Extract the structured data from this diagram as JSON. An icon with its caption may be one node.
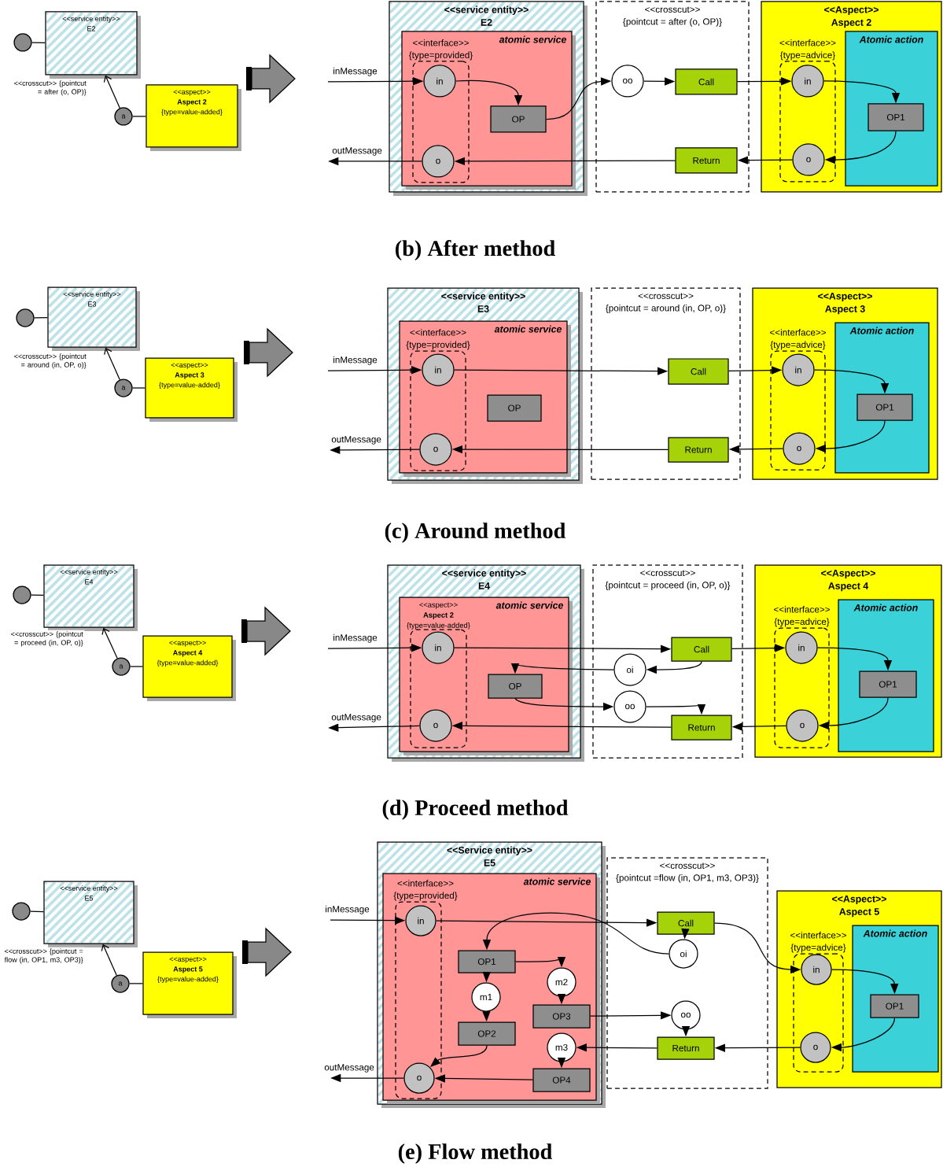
{
  "diagram": {
    "nodes": [
      {
        "text": [],
        "shape": "circle"
      },
      {
        "text": [
          "<<service entity>>",
          "E2"
        ]
      },
      {
        "text": [
          "a"
        ]
      },
      {
        "text": [
          "<<aspect>>",
          "Aspect 2",
          "{type=value-added}"
        ]
      },
      {
        "text": [
          "<<service entity>>",
          "E2"
        ]
      },
      {
        "text": [
          "atomic service"
        ],
        "in": 4
      },
      {
        "text": [
          "<<interface>>",
          "{type=provided}"
        ],
        "in": 5
      },
      {
        "text": [
          "in"
        ],
        "in": 6
      },
      {
        "text": [
          "o"
        ],
        "in": 6
      },
      {
        "text": [
          "OP"
        ],
        "in": 5
      },
      {
        "text": [
          "<<crosscut>>",
          "{pointcut = after (o, OP)}"
        ]
      },
      {
        "text": [
          "oo"
        ],
        "in": 10
      },
      {
        "text": [
          "Call"
        ],
        "in": 10
      },
      {
        "text": [
          "Return"
        ],
        "in": 10
      },
      {
        "text": [
          "<<Aspect>>",
          "Aspect 2"
        ]
      },
      {
        "text": [
          "<<interface>>",
          "{type=advice}"
        ],
        "in": 14
      },
      {
        "text": [
          "in"
        ],
        "in": 15
      },
      {
        "text": [
          "o"
        ],
        "in": 15
      },
      {
        "text": [
          "Atomic action"
        ],
        "in": 14
      },
      {
        "text": [
          "OP1"
        ],
        "in": 18
      },
      {
        "text": [],
        "shape": "circle"
      },
      {
        "text": [
          "<<service entity>>",
          "E3"
        ]
      },
      {
        "text": [
          "a"
        ]
      },
      {
        "text": [
          "<<aspect>>",
          "Aspect 3",
          "{type=value-added}"
        ]
      },
      {
        "text": [
          "<<service entity>>",
          "E3"
        ]
      },
      {
        "text": [
          "atomic service"
        ],
        "in": 24
      },
      {
        "text": [
          "<<interface>>",
          "{type=provided}"
        ],
        "in": 25
      },
      {
        "text": [
          "in"
        ],
        "in": 26
      },
      {
        "text": [
          "o"
        ],
        "in": 26
      },
      {
        "text": [
          "OP"
        ],
        "in": 25
      },
      {
        "text": [
          "<<crosscut>>",
          "{pointcut = around (in, OP, o)}"
        ]
      },
      {
        "text": [
          "Call"
        ],
        "in": 30
      },
      {
        "text": [
          "Return"
        ],
        "in": 30
      },
      {
        "text": [
          "<<Aspect>>",
          "Aspect 3"
        ]
      },
      {
        "text": [
          "<<interface>>",
          "{type=advice}"
        ],
        "in": 33
      },
      {
        "text": [
          "in"
        ],
        "in": 34
      },
      {
        "text": [
          "o"
        ],
        "in": 34
      },
      {
        "text": [
          "Atomic action"
        ],
        "in": 33
      },
      {
        "text": [
          "OP1"
        ],
        "in": 37
      },
      {
        "text": [],
        "shape": "circle"
      },
      {
        "text": [
          "<<service entity>>",
          "E4"
        ]
      },
      {
        "text": [
          "a"
        ]
      },
      {
        "text": [
          "<<aspect>>",
          "Aspect 4",
          "{type=value-added}"
        ]
      },
      {
        "text": [
          "<<service entity>>",
          "E4"
        ]
      },
      {
        "text": [
          "atomic service"
        ],
        "in": 43
      },
      {
        "text": [
          "<<aspect>>",
          "Aspect 2",
          "{type=value-added}"
        ],
        "in": 44
      },
      {
        "text": [
          "in"
        ],
        "in": 45
      },
      {
        "text": [
          "o"
        ],
        "in": 45
      },
      {
        "text": [
          "OP"
        ],
        "in": 44
      },
      {
        "text": [
          "<<crosscut>>",
          "{pointcut = proceed (in, OP, o)}"
        ]
      },
      {
        "text": [
          "oi"
        ],
        "in": 49
      },
      {
        "text": [
          "oo"
        ],
        "in": 49
      },
      {
        "text": [
          "Call"
        ],
        "in": 49
      },
      {
        "text": [
          "Return"
        ],
        "in": 49
      },
      {
        "text": [
          "<<Aspect>>",
          "Aspect 4"
        ]
      },
      {
        "text": [
          "<<interface>>",
          "{type=advice}"
        ],
        "in": 54
      },
      {
        "text": [
          "in"
        ],
        "in": 55
      },
      {
        "text": [
          "o"
        ],
        "in": 55
      },
      {
        "text": [
          "Atomic action"
        ],
        "in": 54
      },
      {
        "text": [
          "OP1"
        ],
        "in": 58
      },
      {
        "text": [],
        "shape": "circle"
      },
      {
        "text": [
          "<<service entity>>",
          "E5"
        ]
      },
      {
        "text": [
          "a"
        ]
      },
      {
        "text": [
          "<<aspect>>",
          "Aspect 5",
          "{type=value-added}"
        ]
      },
      {
        "text": [
          "<<Service entity>>",
          "E5"
        ]
      },
      {
        "text": [
          "atomic service"
        ],
        "in": 64
      },
      {
        "text": [
          "<<interface>>",
          "{type=provided}"
        ],
        "in": 65
      },
      {
        "text": [
          "in"
        ],
        "in": 66
      },
      {
        "text": [
          "o"
        ],
        "in": 66
      },
      {
        "text": [
          "OP1"
        ],
        "in": 65
      },
      {
        "text": [
          "m1"
        ],
        "in": 65
      },
      {
        "text": [
          "OP2"
        ],
        "in": 65
      },
      {
        "text": [
          "m2"
        ],
        "in": 65
      },
      {
        "text": [
          "OP3"
        ],
        "in": 65
      },
      {
        "text": [
          "m3"
        ],
        "in": 65
      },
      {
        "text": [
          "OP4"
        ],
        "in": 65
      },
      {
        "text": [
          "<<crosscut>>",
          "{pointcut =flow (in, OP1, m3, OP3)}"
        ]
      },
      {
        "text": [
          "Call"
        ],
        "in": 76
      },
      {
        "text": [
          "oi"
        ],
        "in": 76
      },
      {
        "text": [
          "oo"
        ],
        "in": 76
      },
      {
        "text": [
          "Return"
        ],
        "in": 76
      },
      {
        "text": [
          "<<Aspect>>",
          "Aspect 5"
        ]
      },
      {
        "text": [
          "<<interface>>",
          "{type=advice}"
        ],
        "in": 81
      },
      {
        "text": [
          "in"
        ],
        "in": 82
      },
      {
        "text": [
          "o"
        ],
        "in": 82
      },
      {
        "text": [
          "Atomic action"
        ],
        "in": 81
      },
      {
        "text": [
          "OP1"
        ],
        "in": 85
      }
    ],
    "edges": [
      {
        "from": 0,
        "to": 1,
        "arrow": "none"
      },
      {
        "from": 2,
        "to": 1,
        "arrow": "to",
        "label": "<<crosscut>> {pointcut = after (o, OP)}"
      },
      {
        "from": 2,
        "to": 3,
        "arrow": "none"
      },
      {
        "from": null,
        "to": 7,
        "arrow": "to",
        "label": "inMessage"
      },
      {
        "from": 7,
        "to": 9,
        "arrow": "to"
      },
      {
        "from": 9,
        "to": 11,
        "arrow": "to"
      },
      {
        "from": 11,
        "to": 12,
        "arrow": "to"
      },
      {
        "from": 12,
        "to": 16,
        "arrow": "to"
      },
      {
        "from": 16,
        "to": 19,
        "arrow": "to"
      },
      {
        "from": 19,
        "to": 17,
        "arrow": "to"
      },
      {
        "from": 17,
        "to": 13,
        "arrow": "to"
      },
      {
        "from": 13,
        "to": 8,
        "arrow": "to"
      },
      {
        "from": 8,
        "to": null,
        "arrow": "to",
        "label": "outMessage"
      },
      {
        "from": 20,
        "to": 21,
        "arrow": "none"
      },
      {
        "from": 22,
        "to": 21,
        "arrow": "to",
        "label": "<<crosscut>> {pointcut = around (in, OP, o)}"
      },
      {
        "from": 22,
        "to": 23,
        "arrow": "none"
      },
      {
        "from": null,
        "to": 27,
        "arrow": "to",
        "label": "inMessage"
      },
      {
        "from": 27,
        "to": 31,
        "arrow": "to"
      },
      {
        "from": 31,
        "to": 35,
        "arrow": "to"
      },
      {
        "from": 35,
        "to": 38,
        "arrow": "to"
      },
      {
        "from": 38,
        "to": 36,
        "arrow": "to"
      },
      {
        "from": 36,
        "to": 32,
        "arrow": "to"
      },
      {
        "from": 32,
        "to": 28,
        "arrow": "to"
      },
      {
        "from": 28,
        "to": null,
        "arrow": "to",
        "label": "outMessage"
      },
      {
        "from": 39,
        "to": 40,
        "arrow": "none"
      },
      {
        "from": 41,
        "to": 40,
        "arrow": "to",
        "label": "<<crosscut>> {pointcut = proceed (in, OP, o)}"
      },
      {
        "from": 41,
        "to": 42,
        "arrow": "none"
      },
      {
        "from": null,
        "to": 46,
        "arrow": "to",
        "label": "inMessage"
      },
      {
        "from": 46,
        "to": 52,
        "arrow": "to"
      },
      {
        "from": 52,
        "to": 50,
        "arrow": "to"
      },
      {
        "from": 50,
        "to": 48,
        "arrow": "to"
      },
      {
        "from": 48,
        "to": 51,
        "arrow": "to"
      },
      {
        "from": 51,
        "to": 53,
        "arrow": "to"
      },
      {
        "from": 52,
        "to": 56,
        "arrow": "to"
      },
      {
        "from": 56,
        "to": 59,
        "arrow": "to"
      },
      {
        "from": 59,
        "to": 57,
        "arrow": "to"
      },
      {
        "from": 57,
        "to": 53,
        "arrow": "to"
      },
      {
        "from": 53,
        "to": 47,
        "arrow": "to"
      },
      {
        "from": 47,
        "to": null,
        "arrow": "to",
        "label": "outMessage"
      },
      {
        "from": 60,
        "to": 61,
        "arrow": "none"
      },
      {
        "from": 62,
        "to": 61,
        "arrow": "to",
        "label": "<<crosscut>> {pointcut = flow (in, OP1, m3, OP3)}"
      },
      {
        "from": 62,
        "to": 63,
        "arrow": "none"
      },
      {
        "from": null,
        "to": 67,
        "arrow": "to",
        "label": "inMessage"
      },
      {
        "from": 67,
        "to": 77,
        "arrow": "to"
      },
      {
        "from": 77,
        "to": 78,
        "arrow": "to"
      },
      {
        "from": 78,
        "to": 69,
        "arrow": "to"
      },
      {
        "from": 69,
        "to": 70,
        "arrow": "to"
      },
      {
        "from": 70,
        "to": 71,
        "arrow": "to"
      },
      {
        "from": 69,
        "to": 72,
        "arrow": "to"
      },
      {
        "from": 72,
        "to": 73,
        "arrow": "to"
      },
      {
        "from": 71,
        "to": 68,
        "arrow": "to"
      },
      {
        "from": 73,
        "to": 79,
        "arrow": "to"
      },
      {
        "from": 79,
        "to": 80,
        "arrow": "to"
      },
      {
        "from": 77,
        "to": 83,
        "arrow": "to"
      },
      {
        "from": 83,
        "to": 86,
        "arrow": "to"
      },
      {
        "from": 86,
        "to": 84,
        "arrow": "to"
      },
      {
        "from": 84,
        "to": 80,
        "arrow": "to"
      },
      {
        "from": 80,
        "to": 74,
        "arrow": "to"
      },
      {
        "from": 74,
        "to": 75,
        "arrow": "to"
      },
      {
        "from": 75,
        "to": 68,
        "arrow": "to"
      },
      {
        "from": 68,
        "to": null,
        "arrow": "to",
        "label": "outMessage"
      }
    ],
    "labels": [
      "(b) After method",
      "(c) Around method",
      "(d) Proceed method",
      "(e) Flow method"
    ]
  }
}
